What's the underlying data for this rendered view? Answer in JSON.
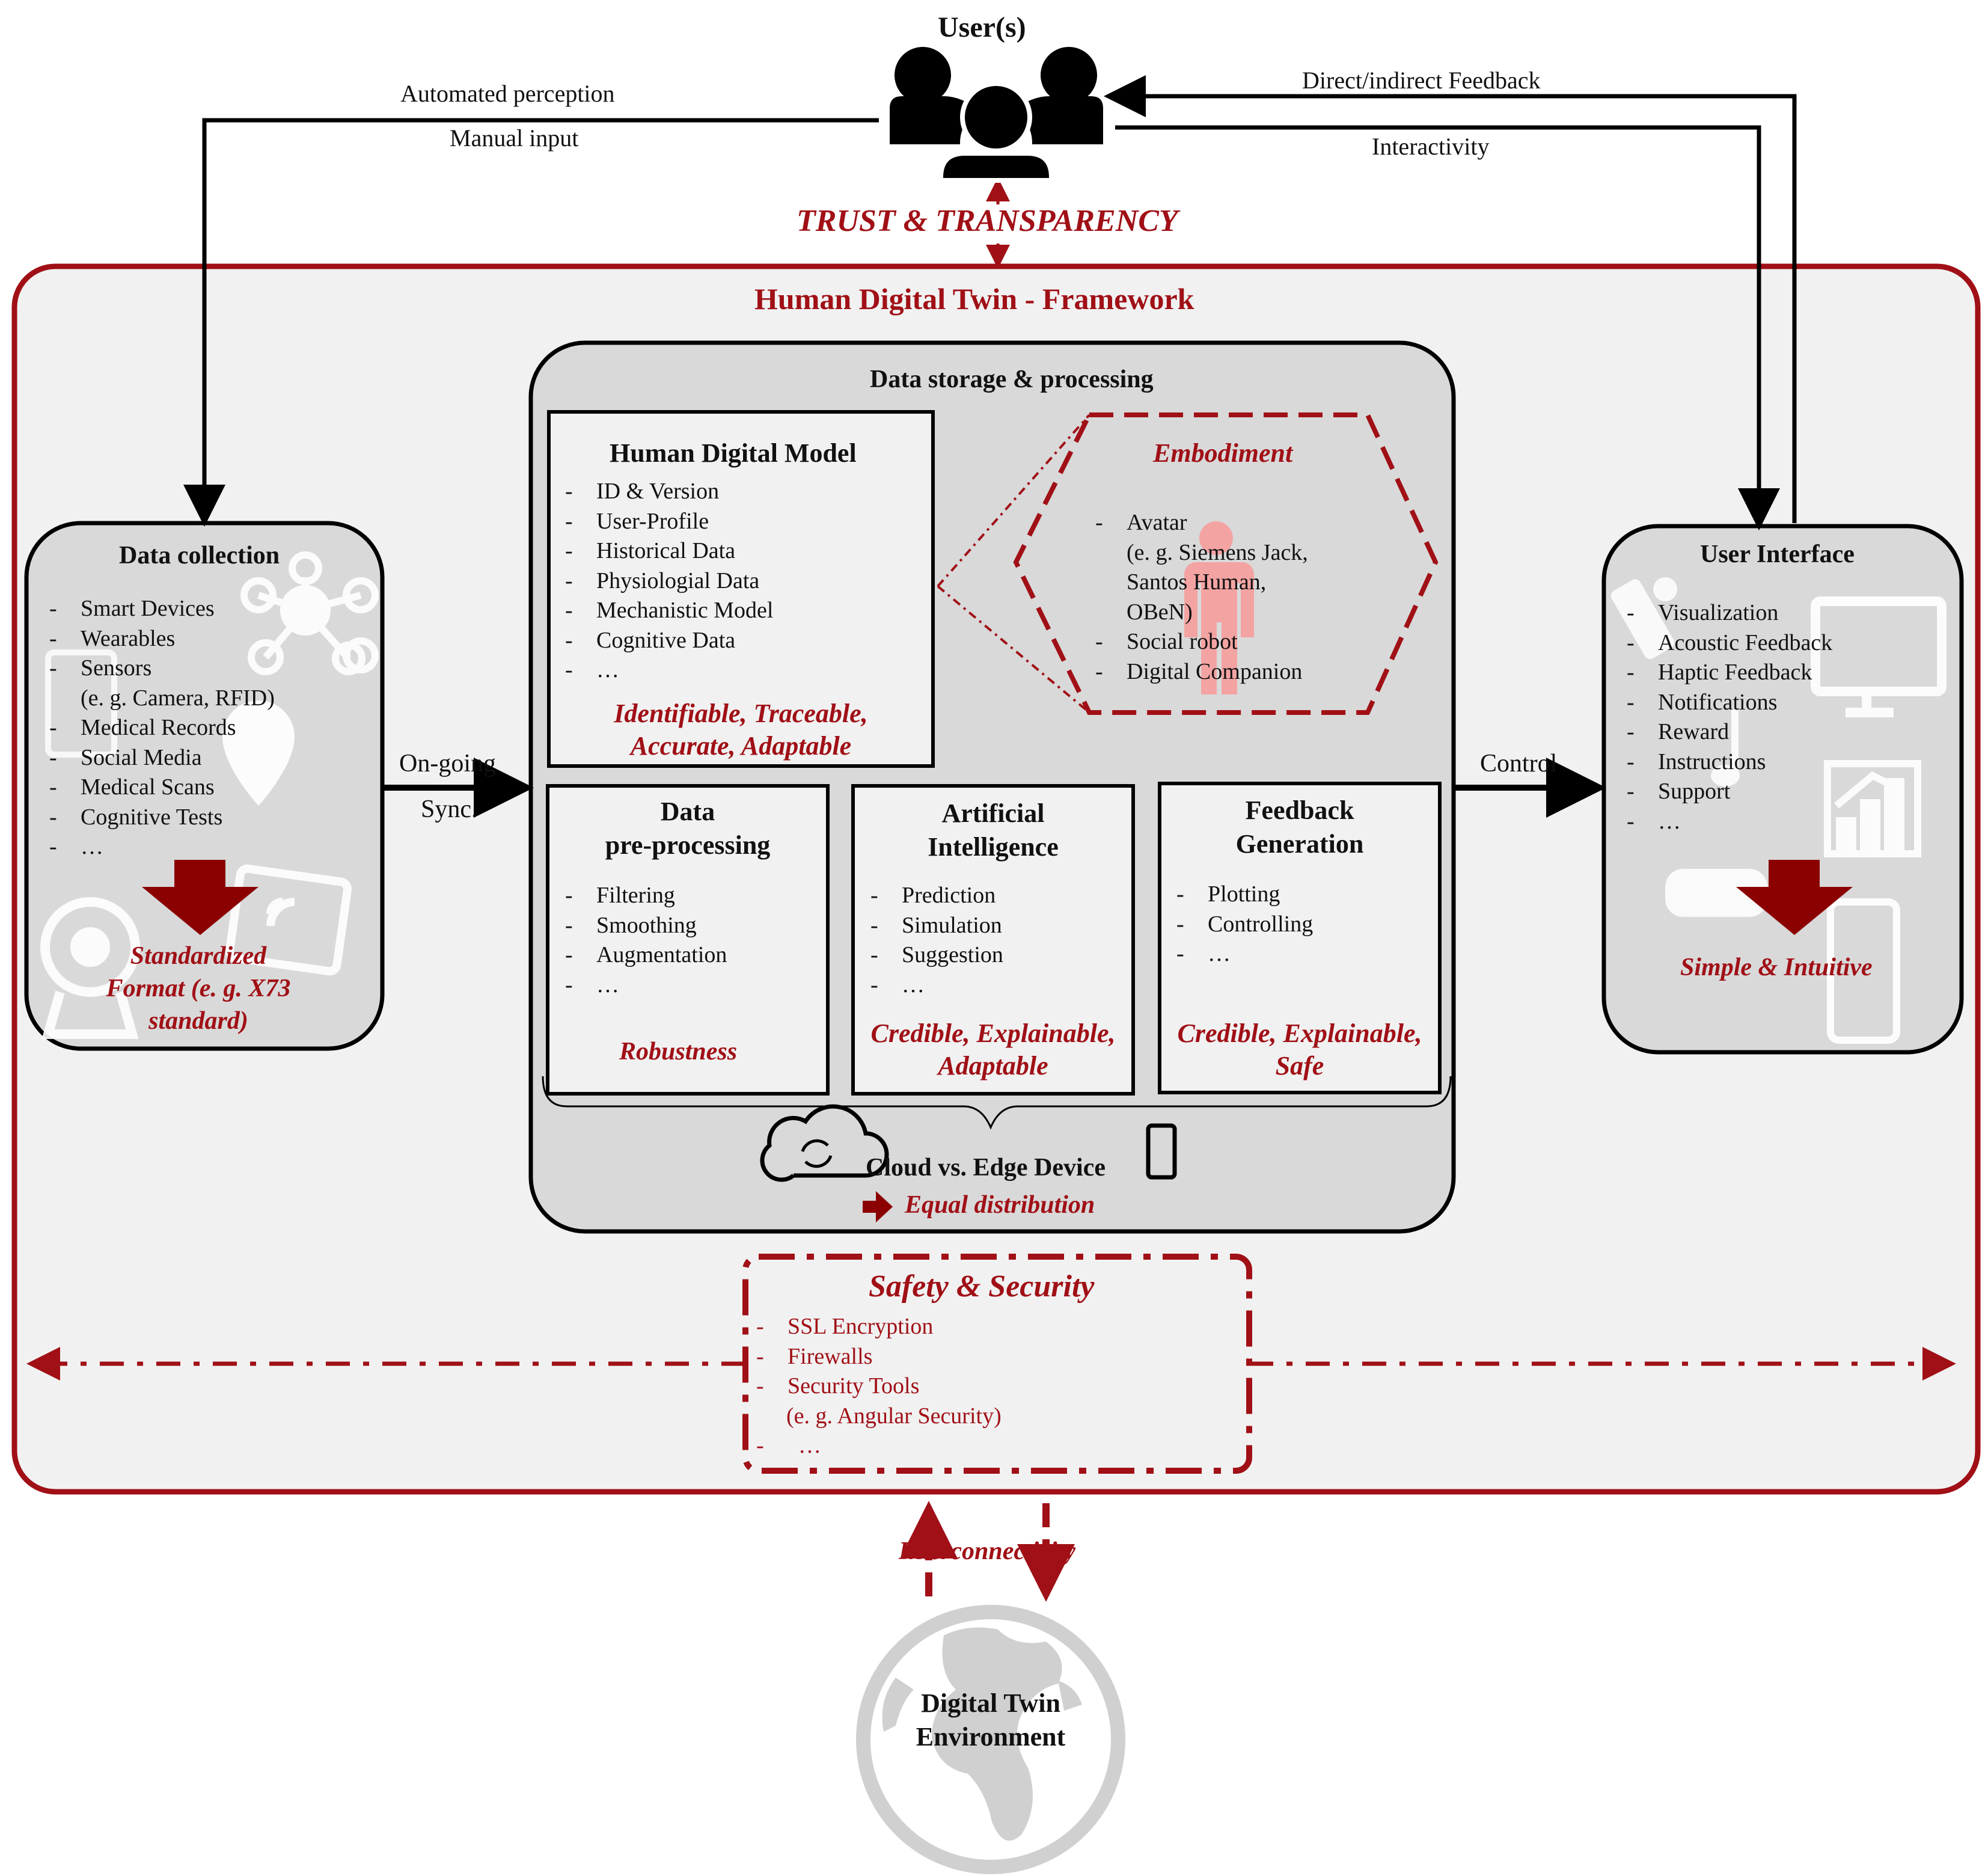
{
  "users": {
    "title": "User(s)",
    "icon": "users-group-icon"
  },
  "top_labels": {
    "automated_perception": "Automated perception",
    "manual_input": "Manual input",
    "direct_feedback": "Direct/indirect Feedback",
    "interactivity": "Interactivity",
    "trust": "TRUST & TRANSPARENCY"
  },
  "framework": {
    "title": "Human Digital Twin - Framework"
  },
  "data_collection": {
    "title": "Data collection",
    "items": [
      "Smart Devices",
      "Wearables",
      "Sensors",
      "(e. g. Camera, RFID)",
      "Medical Records",
      "Social Media",
      "Medical Scans",
      "Cognitive Tests",
      "…"
    ],
    "result_lines": [
      "Standardized",
      "Format (e. g. X73",
      "standard)"
    ]
  },
  "sync": {
    "line1": "On-going",
    "line2": "Sync."
  },
  "control": "Control",
  "storage": {
    "title": "Data storage & processing",
    "cloud": "Cloud vs. Edge Device",
    "equal": "Equal distribution"
  },
  "hdm": {
    "title": "Human Digital Model",
    "items": [
      "ID & Version",
      "User-Profile",
      "Historical Data",
      "Physiologial Data",
      "Mechanistic Model",
      "Cognitive Data",
      "…"
    ],
    "result_lines": [
      "Identifiable, Traceable,",
      "Accurate, Adaptable"
    ]
  },
  "embodiment": {
    "title": "Embodiment",
    "items": [
      "Avatar",
      "(e. g. Siemens Jack,",
      "Santos Human,",
      "OBeN)",
      "Social robot",
      "Digital Companion"
    ]
  },
  "preproc": {
    "title_lines": [
      "Data",
      "pre-processing"
    ],
    "items": [
      "Filtering",
      "Smoothing",
      "Augmentation",
      "…"
    ],
    "result": "Robustness"
  },
  "ai": {
    "title_lines": [
      "Artificial",
      "Intelligence"
    ],
    "items": [
      "Prediction",
      "Simulation",
      "Suggestion",
      "…"
    ],
    "result_lines": [
      "Credible, Explainable,",
      "Adaptable"
    ]
  },
  "feedback": {
    "title_lines": [
      "Feedback",
      "Generation"
    ],
    "items": [
      "Plotting",
      "Controlling",
      "…"
    ],
    "result_lines": [
      "Credible, Explainable,",
      "Safe"
    ]
  },
  "ui": {
    "title": "User Interface",
    "items": [
      "Visualization",
      "Acoustic Feedback",
      "Haptic Feedback",
      "Notifications",
      "Reward",
      "Instructions",
      "Support",
      "…"
    ],
    "result": "Simple & Intuitive"
  },
  "safety": {
    "title": "Safety & Security",
    "items": [
      "SSL Encryption",
      "Firewalls",
      "Security Tools",
      "(e. g. Angular Security)",
      "…"
    ]
  },
  "interconnectivity": "Interconnectivity",
  "environment": {
    "line1": "Digital Twin",
    "line2": "Environment"
  },
  "colors": {
    "accent_red": "#a01016",
    "panel_gray": "#d9d9d9",
    "frame_gray": "#f1f1f1",
    "avatar_pink": "#f4a3a3"
  }
}
